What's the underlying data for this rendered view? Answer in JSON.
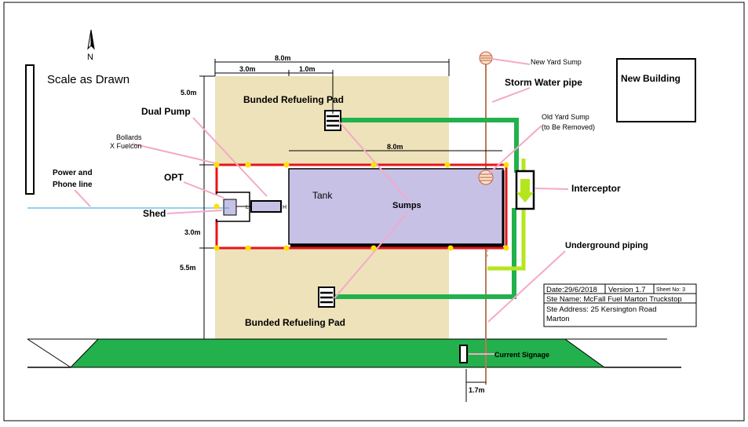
{
  "labels": {
    "scale": "Scale as Drawn",
    "north": "N",
    "dual_pump": "Dual Pump",
    "bollards_1": "Bollards",
    "bollards_2": "X Fuelcon",
    "power_1": "Power and",
    "power_2": "Phone line",
    "opt": "OPT",
    "shed": "Shed",
    "tank": "Tank",
    "sumps": "Sumps",
    "pad_top": "Bunded Refueling Pad",
    "pad_bottom": "Bunded Refueling Pad",
    "new_yard_sump": "New Yard Sump",
    "storm_water": "Storm Water  pipe",
    "new_building": "New Building",
    "old_sump_1": "Old Yard Sump",
    "old_sump_2": "(to Be Removed)",
    "interceptor": "Interceptor",
    "underground": "Underground piping",
    "current_signage": "Current Signage",
    "pump_l": "L",
    "pump_h": "H"
  },
  "dimensions": {
    "top_width": "8.0m",
    "left_3": "3.0m",
    "mid_1": "1.0m",
    "tank_width": "8.0m",
    "v_5": "5.0m",
    "v_3": "3.0m",
    "v_55": "5.5m",
    "road_17": "1.7m"
  },
  "info_box": {
    "date": "Date:29/6/2018",
    "version": "Version 1.7",
    "sheet": "Sheet No: 3",
    "site_name": "Ste Name: McFall Fuel Marton Truckstop",
    "site_address_1": "Ste Address: 25 Kersington Road",
    "site_address_2": "Marton"
  },
  "colors": {
    "pad": "#ede2b9",
    "tank": "#c8c1e6",
    "grass": "#22b14c",
    "pipe_green": "#22b14c",
    "pipe_lime": "#b5e61d",
    "boundary": "#e8141a",
    "bollard": "#ffe000",
    "leader": "#f4a9c9",
    "storm": "#b97a57",
    "power_line": "#2aa3d6"
  }
}
